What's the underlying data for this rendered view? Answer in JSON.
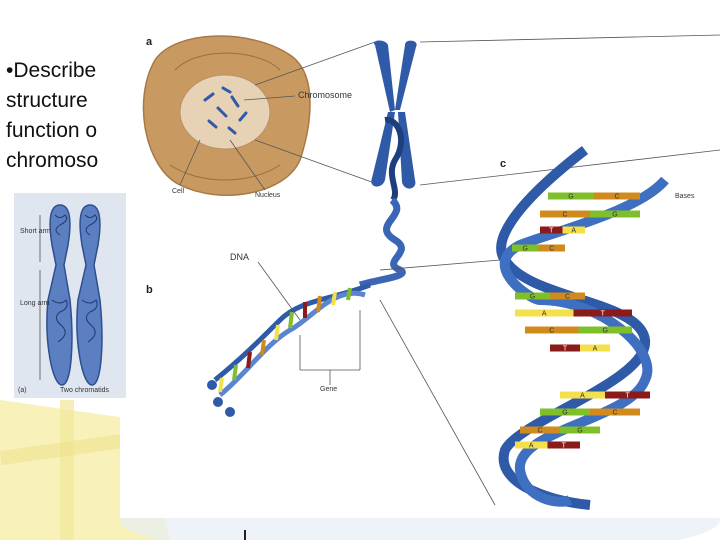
{
  "slide_text": {
    "lines": [
      "•Describe",
      "structure",
      "function o",
      "chromoso"
    ]
  },
  "figure": {
    "panel_labels": {
      "a": "a",
      "b": "b",
      "c": "c"
    },
    "labels": {
      "chromosome": "Chromosome",
      "cell": "Cell",
      "nucleus": "Nucleus",
      "dna": "DNA",
      "gene": "Gene",
      "bases": "Bases"
    },
    "base_pairs": [
      [
        "G",
        "C"
      ],
      [
        "C",
        "G"
      ],
      [
        "T",
        "A"
      ],
      [
        "G",
        "C"
      ],
      [
        "G",
        "C"
      ],
      [
        "A",
        "T"
      ],
      [
        "C",
        "G"
      ],
      [
        "T",
        "A"
      ],
      [
        "A",
        "T"
      ],
      [
        "G",
        "C"
      ],
      [
        "C",
        "G"
      ],
      [
        "A",
        "T"
      ]
    ],
    "inset": {
      "labels": [
        "Short arm",
        "Long arm",
        "Two chromatids",
        "(a)"
      ]
    },
    "colors": {
      "cell": "#c89a62",
      "nucleus": "#e8d2b5",
      "dna_blue": "#2e5aa8",
      "base_G": "#7fbf2a",
      "base_C": "#d08a1e",
      "base_A": "#f4e04a",
      "base_T": "#8b1a1a"
    }
  }
}
